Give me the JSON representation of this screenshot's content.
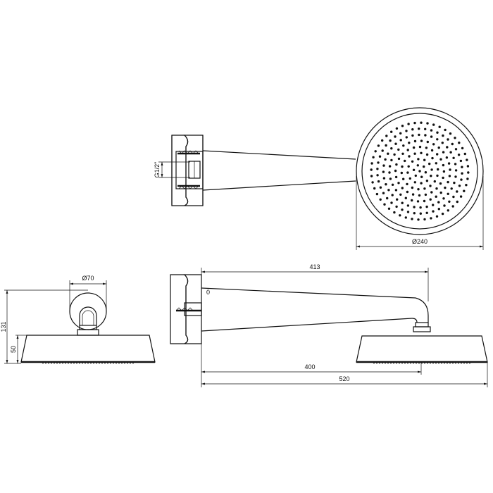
{
  "dimensions": {
    "thread": "G1/2\"",
    "head_diameter": "Ø240",
    "flange_diameter": "Ø70",
    "total_height": "131",
    "head_height": "50",
    "arm_length": "413",
    "reach": "400",
    "overall_length": "520",
    "mark": "0"
  },
  "colors": {
    "line": "#111111",
    "background": "#ffffff"
  }
}
